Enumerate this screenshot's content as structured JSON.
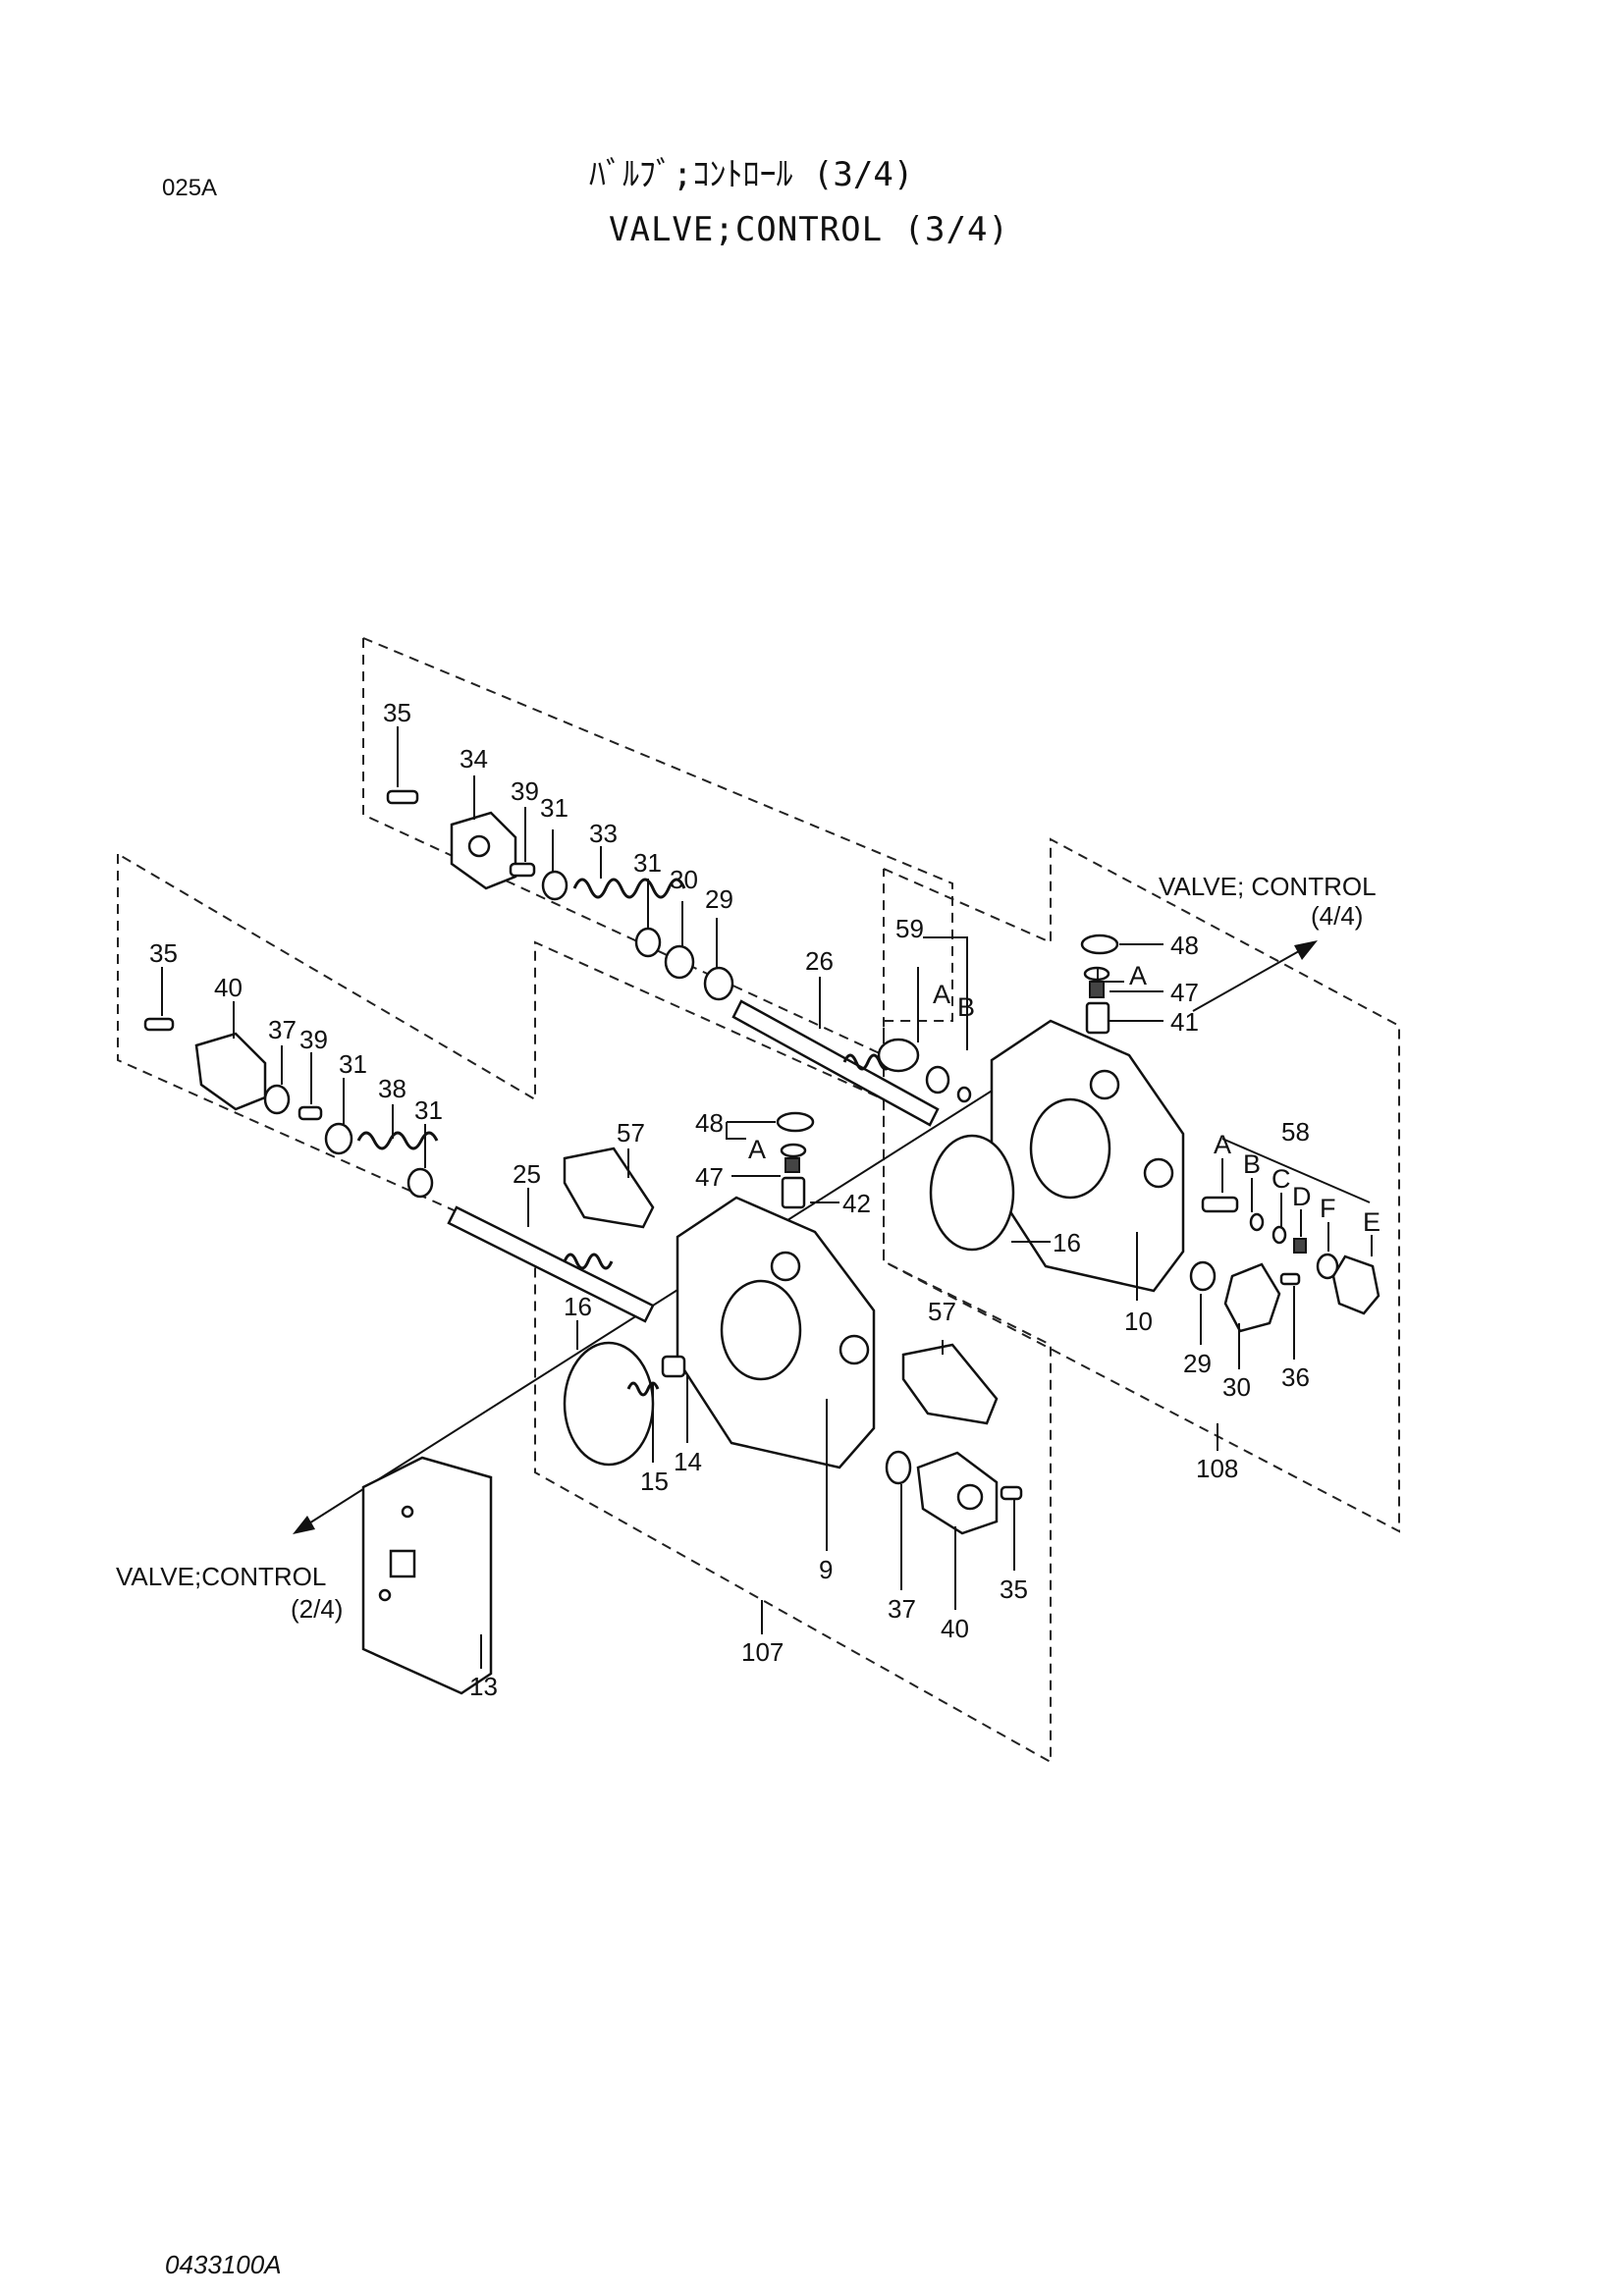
{
  "header": {
    "page_code": "025A",
    "title_jp": "ﾊﾞﾙﾌﾞ;ｺﾝﾄﾛｰﾙ (3/4)",
    "title_en": "VALVE;CONTROL (3/4)"
  },
  "footer": {
    "doc_code": "0433100A"
  },
  "references": {
    "to_4_4_line1": "VALVE; CONTROL",
    "to_4_4_line2": "(4/4)",
    "to_2_4_line1": "VALVE;CONTROL",
    "to_2_4_line2": "(2/4)"
  },
  "callouts": {
    "c35a": "35",
    "c34": "34",
    "c39a": "39",
    "c31a": "31",
    "c33": "33",
    "c31b": "31",
    "c30a": "30",
    "c29a": "29",
    "c26": "26",
    "c59": "59",
    "cA59": "A",
    "cB59": "B",
    "c48a": "48",
    "cA48a": "A",
    "c47a": "47",
    "c41": "41",
    "c35b": "35",
    "c40a": "40",
    "c37a": "37",
    "c39b": "39",
    "c31c": "31",
    "c38": "38",
    "c31d": "31",
    "c57a": "57",
    "c25": "25",
    "c48b": "48",
    "cA48b": "A",
    "c47b": "47",
    "c42": "42",
    "c16a": "16",
    "c16b": "16",
    "c10": "10",
    "c58": "58",
    "cA58": "A",
    "cB58": "B",
    "cC58": "C",
    "cD58": "D",
    "cF58": "F",
    "cE58": "E",
    "c29b": "29",
    "c30b": "30",
    "c36": "36",
    "c108": "108",
    "c57b": "57",
    "c15": "15",
    "c14": "14",
    "c9": "9",
    "c37b": "37",
    "c40b": "40",
    "c35c": "35",
    "c107": "107",
    "c13": "13"
  }
}
